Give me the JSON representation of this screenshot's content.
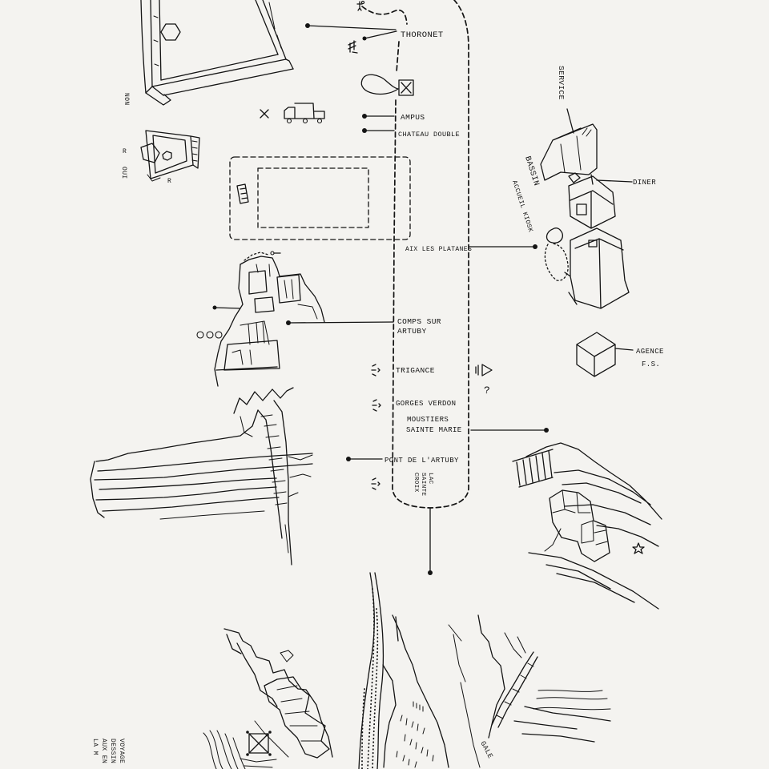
{
  "page": {
    "paper_color": "#f4f3f0",
    "ink_color": "#141414"
  },
  "route": {
    "stops": [
      {
        "label": "THORONET"
      },
      {
        "label": "AMPUS"
      },
      {
        "label": "CHATEAU DOUBLE"
      },
      {
        "label": "AIX LES PLATANES"
      },
      {
        "lines": [
          "COMPS SUR",
          "ARTUBY"
        ]
      },
      {
        "label": "TRIGANCE"
      },
      {
        "label": "GORGES VERDON"
      },
      {
        "lines": [
          "MOUSTIERS",
          "SAINTE MARIE"
        ]
      },
      {
        "label": "PONT DE L'ARTUBY"
      },
      {
        "lines": [
          "LAC",
          "SAINTE",
          "CROIX"
        ]
      }
    ]
  },
  "sketch_notes": {
    "service": "SERVICE",
    "diner": "DINER",
    "bassin": "BASSIN",
    "accueil_kiosk": "ACCUEIL KIOSK",
    "agence": [
      "AGENCE",
      "F.S."
    ],
    "non": "NON",
    "r_top": "R",
    "oui": "OUI",
    "r_bottom": "R",
    "question_mark": "?",
    "gale": "GALE"
  },
  "caption_fragment": [
    "VOYAGE",
    "DESSIN",
    "AUX EN",
    "LA M"
  ],
  "icons": [
    "truck-icon",
    "cross-icon",
    "crossed-box-icon",
    "sun-icon",
    "speaker-icon",
    "star-icon",
    "figure-icon"
  ]
}
